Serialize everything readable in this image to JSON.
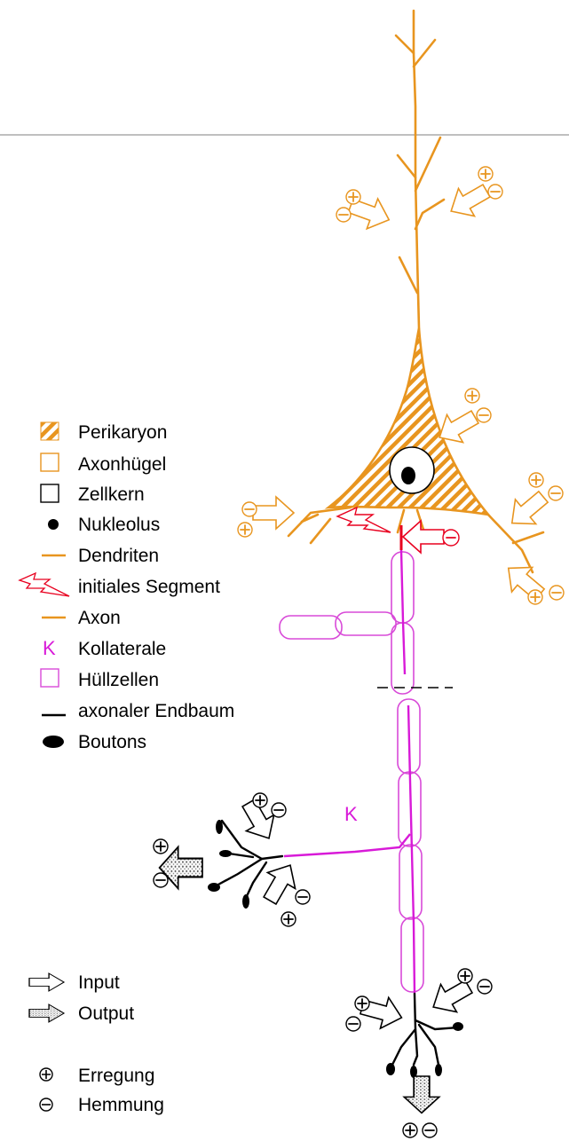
{
  "legend": {
    "perikaryon": "Perikaryon",
    "axonhuegel": "Axonhügel",
    "zellkern": "Zellkern",
    "nukleolus": "Nukleolus",
    "dendriten": "Dendriten",
    "initiales_segment": "initiales Segment",
    "axon": "Axon",
    "kollaterale_symbol": "K",
    "kollaterale": "Kollaterale",
    "huellzellen": "Hüllzellen",
    "axonaler_endbaum": "axonaler Endbaum",
    "boutons": "Boutons"
  },
  "legend2": {
    "input": "Input",
    "output": "Output",
    "erregung": "Erregung",
    "hemmung": "Hemmung"
  },
  "diagram": {
    "collateral_label": "K"
  },
  "colors": {
    "dendrite": "#e8951f",
    "initial_segment": "#e8001f",
    "axon": "#d81ad8",
    "sheath": "#d84ad8",
    "terminal": "#000000"
  }
}
